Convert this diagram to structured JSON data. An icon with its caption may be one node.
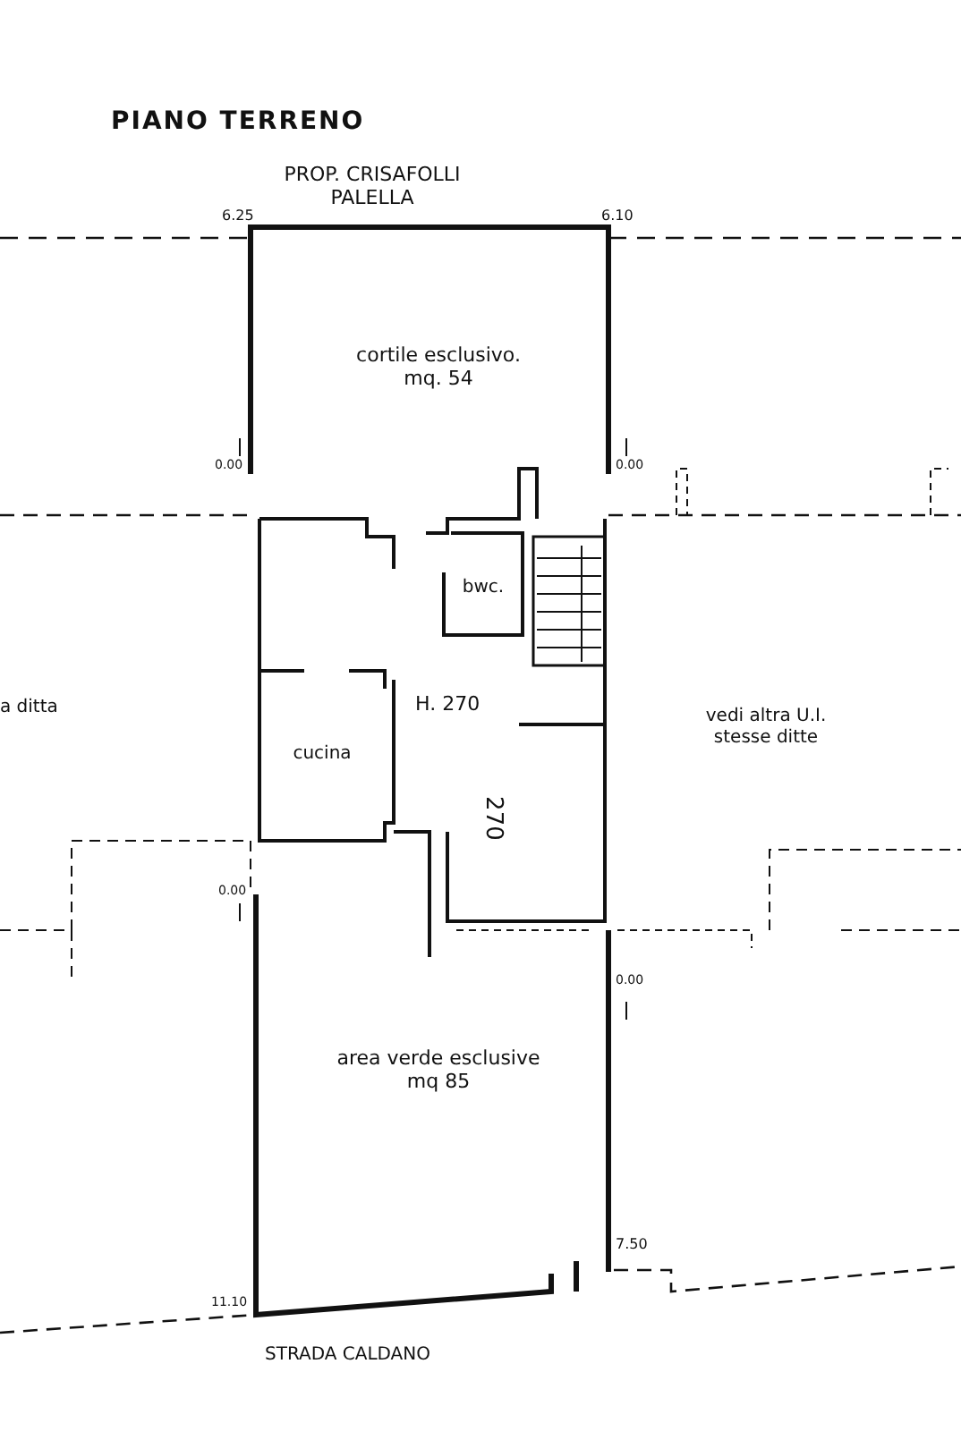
{
  "diagram": {
    "title": "PIANO TERRENO",
    "nodes": [
      {
        "text": [
          "cortile esclusivo.",
          "mq. 54"
        ]
      },
      {
        "text": [
          "bwc."
        ]
      },
      {
        "text": [
          "cucina"
        ]
      },
      {
        "text": [
          "area verde esclusive",
          "mq 85"
        ]
      }
    ],
    "labels": [
      "PROP. CRISAFOLLI PALELLA",
      "6.25",
      "6.10",
      "0.00",
      "0.00",
      "a ditta",
      "vedi altra U.I. stesse ditte",
      "H. 270",
      "270",
      "0.00",
      "0.00",
      "7.50",
      "11.10",
      "STRADA CALDANO"
    ]
  }
}
